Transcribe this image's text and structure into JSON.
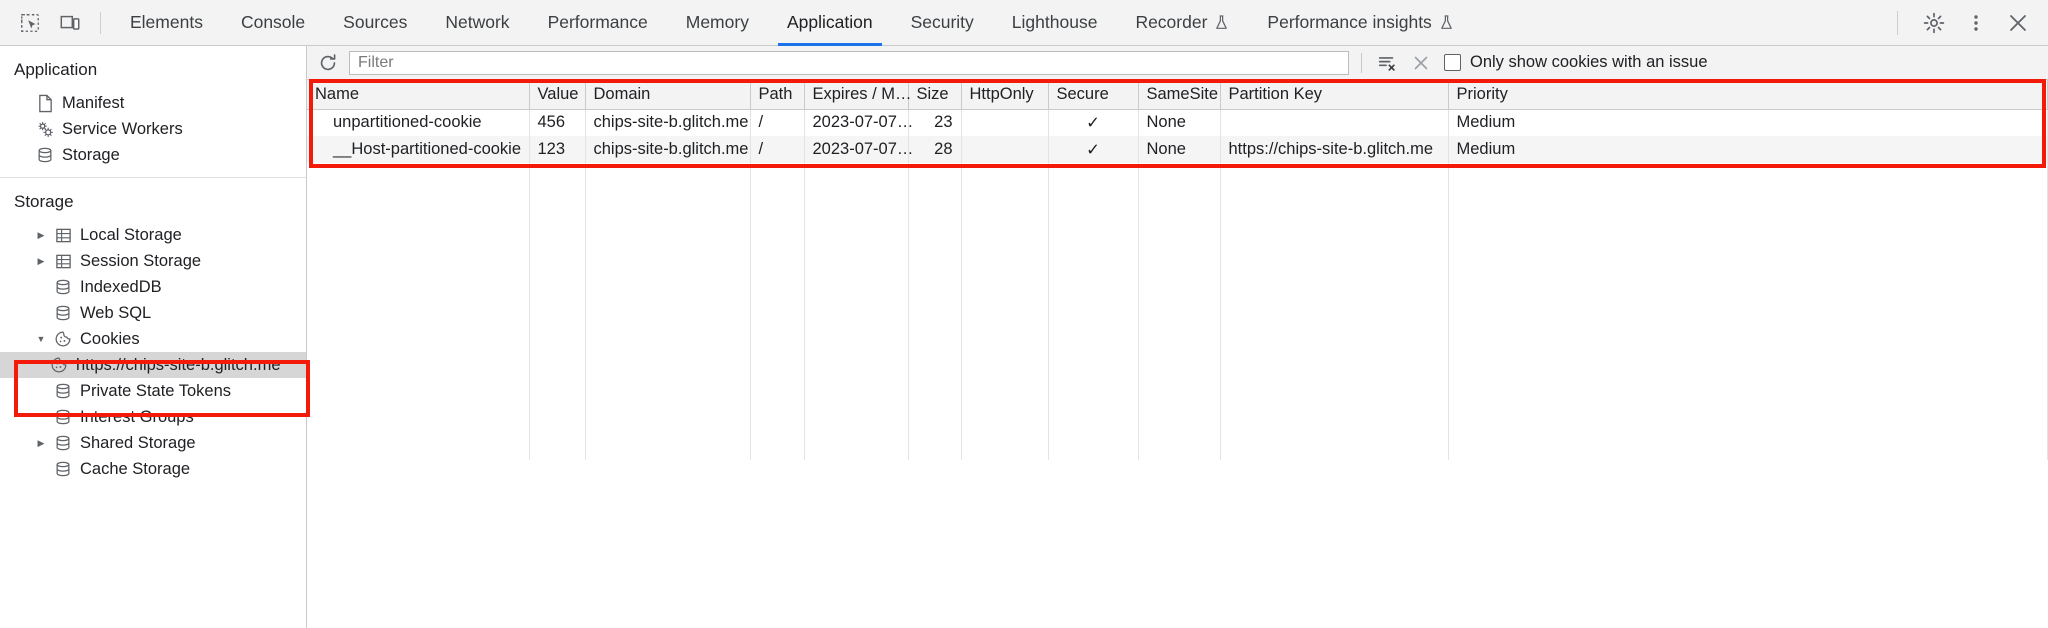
{
  "toolbar": {
    "inspect_icon": "inspect-element-icon",
    "device_icon": "device-toolbar-icon",
    "tabs": [
      {
        "label": "Elements",
        "active": false,
        "experimental": false
      },
      {
        "label": "Console",
        "active": false,
        "experimental": false
      },
      {
        "label": "Sources",
        "active": false,
        "experimental": false
      },
      {
        "label": "Network",
        "active": false,
        "experimental": false
      },
      {
        "label": "Performance",
        "active": false,
        "experimental": false
      },
      {
        "label": "Memory",
        "active": false,
        "experimental": false
      },
      {
        "label": "Application",
        "active": true,
        "experimental": false
      },
      {
        "label": "Security",
        "active": false,
        "experimental": false
      },
      {
        "label": "Lighthouse",
        "active": false,
        "experimental": false
      },
      {
        "label": "Recorder",
        "active": false,
        "experimental": true
      },
      {
        "label": "Performance insights",
        "active": false,
        "experimental": true
      }
    ],
    "settings_icon": "gear-icon",
    "more_icon": "more-vertical-icon",
    "close_icon": "close-icon"
  },
  "sidebar": {
    "application": {
      "title": "Application",
      "items": [
        {
          "label": "Manifest",
          "icon": "document-icon",
          "expandable": false,
          "selected": false
        },
        {
          "label": "Service Workers",
          "icon": "gears-icon",
          "expandable": false,
          "selected": false
        },
        {
          "label": "Storage",
          "icon": "database-icon",
          "expandable": false,
          "selected": false
        }
      ]
    },
    "storage": {
      "title": "Storage",
      "items": [
        {
          "label": "Local Storage",
          "icon": "table-icon",
          "expandable": true,
          "expanded": false,
          "selected": false
        },
        {
          "label": "Session Storage",
          "icon": "table-icon",
          "expandable": true,
          "expanded": false,
          "selected": false
        },
        {
          "label": "IndexedDB",
          "icon": "database-icon",
          "expandable": false,
          "selected": false
        },
        {
          "label": "Web SQL",
          "icon": "database-icon",
          "expandable": false,
          "selected": false
        },
        {
          "label": "Cookies",
          "icon": "cookie-icon",
          "expandable": true,
          "expanded": true,
          "selected": false
        },
        {
          "label": "https://chips-site-b.glitch.me",
          "icon": "cookie-icon",
          "expandable": false,
          "selected": true,
          "child": true
        },
        {
          "label": "Private State Tokens",
          "icon": "database-icon",
          "expandable": false,
          "selected": false
        },
        {
          "label": "Interest Groups",
          "icon": "database-icon",
          "expandable": false,
          "selected": false
        },
        {
          "label": "Shared Storage",
          "icon": "database-icon",
          "expandable": true,
          "expanded": false,
          "selected": false
        },
        {
          "label": "Cache Storage",
          "icon": "database-icon",
          "expandable": false,
          "selected": false
        }
      ]
    }
  },
  "filterbar": {
    "refresh_icon": "refresh-icon",
    "filter_placeholder": "Filter",
    "filter_value": "",
    "clear_filter_icon": "clear-filter-icon",
    "clear_icon": "clear-x-icon",
    "issue_checkbox_label": "Only show cookies with an issue",
    "issue_checkbox_checked": false
  },
  "table": {
    "columns": [
      "Name",
      "Value",
      "Domain",
      "Path",
      "Expires / M…",
      "Size",
      "HttpOnly",
      "Secure",
      "SameSite",
      "Partition Key",
      "Priority"
    ],
    "rows": [
      {
        "Name": "unpartitioned-cookie",
        "Value": "456",
        "Domain": "chips-site-b.glitch.me",
        "Path": "/",
        "Expires / M…": "2023-07-07…",
        "Size": "23",
        "HttpOnly": "",
        "Secure": "✓",
        "SameSite": "None",
        "Partition Key": "",
        "Priority": "Medium"
      },
      {
        "Name": "__Host-partitioned-cookie",
        "Value": "123",
        "Domain": "chips-site-b.glitch.me",
        "Path": "/",
        "Expires / M…": "2023-07-07…",
        "Size": "28",
        "HttpOnly": "",
        "Secure": "✓",
        "SameSite": "None",
        "Partition Key": "https://chips-site-b.glitch.me",
        "Priority": "Medium"
      }
    ]
  },
  "annotations": {
    "highlight_color": "#f41a0a",
    "boxes": [
      {
        "name": "cookies-table-highlight"
      },
      {
        "name": "cookies-sidebar-highlight"
      }
    ]
  }
}
